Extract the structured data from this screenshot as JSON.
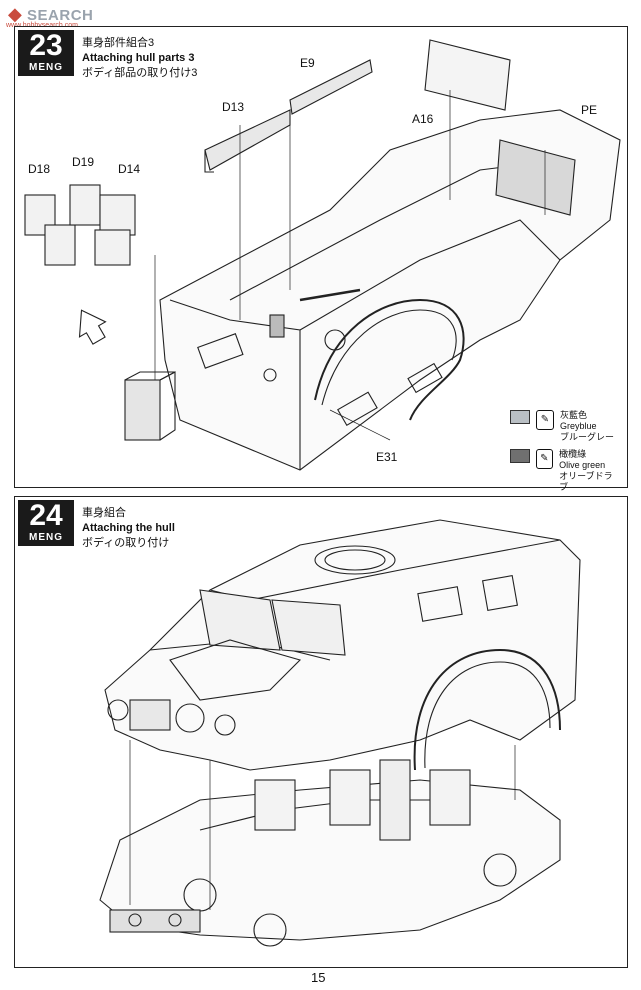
{
  "watermark": {
    "text": "SEARCH",
    "sub": "www.hobbysearch.com"
  },
  "step23": {
    "number": "23",
    "brand": "MENG",
    "title_cn": "車身部件組合3",
    "title_en": "Attaching hull parts 3",
    "title_jp": "ボディ部品の取り付け3",
    "parts": {
      "d13": "D13",
      "e9": "E9",
      "a16": "A16",
      "pe": "PE",
      "d18": "D18",
      "d19": "D19",
      "d14": "D14",
      "e31": "E31"
    },
    "legend": [
      {
        "cn": "灰藍色",
        "en": "Greyblue",
        "jp": "ブルーグレー",
        "color": "#b9bfc4"
      },
      {
        "cn": "橄欖綠",
        "en": "Olive green",
        "jp": "オリーブドラブ",
        "color": "#707070"
      }
    ]
  },
  "step24": {
    "number": "24",
    "brand": "MENG",
    "title_cn": "車身組合",
    "title_en": "Attaching the hull",
    "title_jp": "ボディの取り付け"
  },
  "page_number": "15"
}
